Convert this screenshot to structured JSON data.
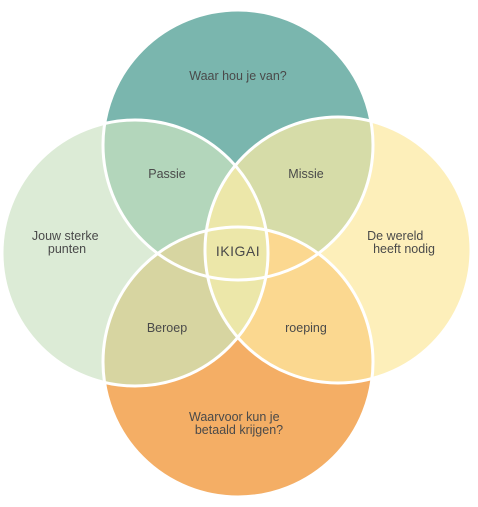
{
  "diagram": {
    "circles": {
      "top": {
        "label": "Waar hou je van?",
        "color": "#7ab6ae"
      },
      "left": {
        "label_lines": [
          "Jouw sterke",
          "punten"
        ],
        "color": "#dcebd6"
      },
      "right": {
        "label_lines": [
          "De wereld",
          "heeft nodig"
        ],
        "color": "#fdefba"
      },
      "bottom": {
        "label_lines": [
          "Waarvoor kun je",
          "betaald krijgen?"
        ],
        "color": "#f4ae65"
      }
    },
    "overlaps": {
      "top_left": {
        "label": "Passie",
        "color": "#b3d6bb"
      },
      "top_right": {
        "label": "Missie",
        "color": "#d6dca8"
      },
      "bottom_left": {
        "label": "Beroep",
        "color": "#d7d5a1"
      },
      "bottom_right": {
        "label": "roeping",
        "color": "#fbd890"
      }
    },
    "center": {
      "label": "IKIGAI",
      "color": "#ece7a9"
    },
    "stroke_color": "#ffffff"
  }
}
